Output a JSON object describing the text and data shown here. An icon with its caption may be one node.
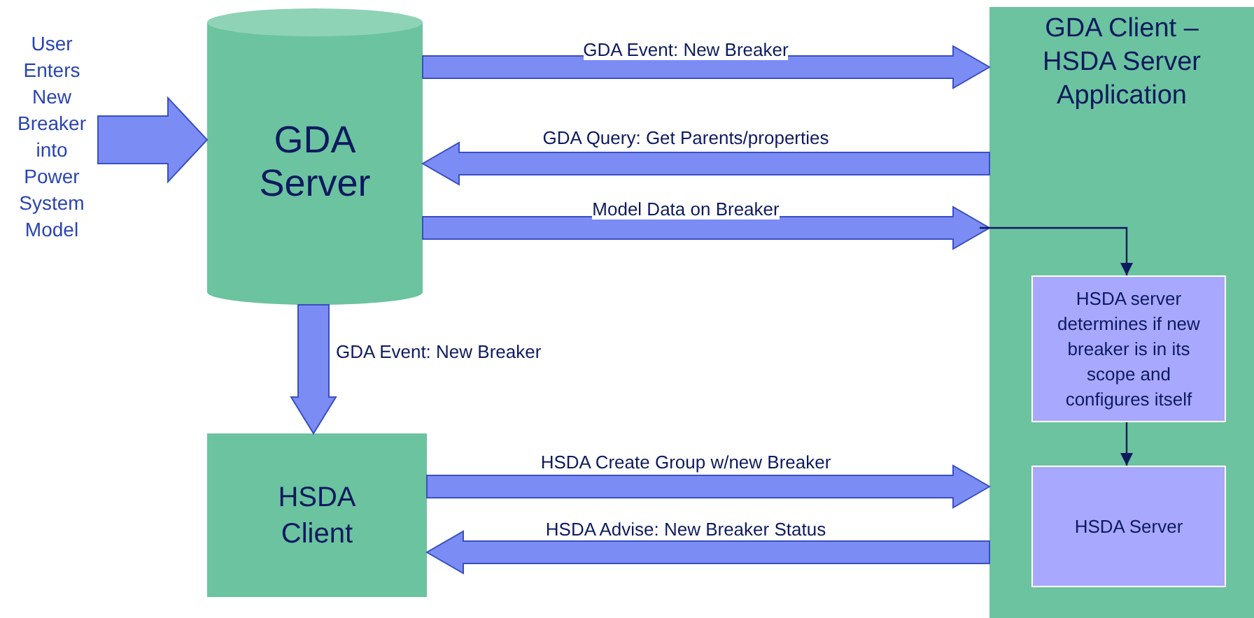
{
  "diagram": {
    "nodes": [
      {
        "text": [
          "User Enters New Breaker into Power System Model"
        ]
      },
      {
        "text": [
          "GDA Server"
        ]
      },
      {
        "text": [
          "GDA Client – HSDA Server Application"
        ]
      },
      {
        "text": [
          "HSDA server determines if new breaker is in its scope and configures itself"
        ],
        "in": 2
      },
      {
        "text": [
          "HSDA Server"
        ],
        "in": 2
      },
      {
        "text": [
          "HSDA Client"
        ]
      }
    ],
    "edges": [
      {
        "from": 0,
        "to": 1,
        "arrow": "to",
        "style": "thick"
      },
      {
        "from": 1,
        "to": 2,
        "arrow": "to",
        "label": "GDA Event: New Breaker",
        "style": "thick"
      },
      {
        "from": 2,
        "to": 1,
        "arrow": "to",
        "label": "GDA Query: Get Parents/properties",
        "style": "thick"
      },
      {
        "from": 1,
        "to": 2,
        "arrow": "to",
        "label": "Model Data on Breaker",
        "style": "thick"
      },
      {
        "from": null,
        "to": 3,
        "arrow": "to",
        "color": "#0d1a5e"
      },
      {
        "from": 3,
        "to": 4,
        "arrow": "to",
        "color": "#0d1a5e"
      },
      {
        "from": 1,
        "to": 5,
        "arrow": "to",
        "label": "GDA Event: New Breaker",
        "style": "thick"
      },
      {
        "from": 5,
        "to": 2,
        "arrow": "to",
        "label": "HSDA Create Group w/new Breaker",
        "style": "thick"
      },
      {
        "from": 2,
        "to": 5,
        "arrow": "to",
        "label": "HSDA Advise: New Breaker Status",
        "style": "thick"
      }
    ]
  }
}
